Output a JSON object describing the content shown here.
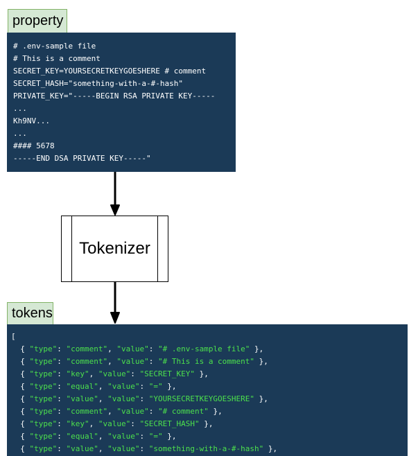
{
  "property": {
    "label": "property",
    "lines": [
      "# .env-sample file",
      "# This is a comment",
      "SECRET_KEY=YOURSECRETKEYGOESHERE # comment",
      "SECRET_HASH=\"something-with-a-#-hash\"",
      "PRIVATE_KEY=\"-----BEGIN RSA PRIVATE KEY-----",
      "...",
      "Kh9NV...",
      "...",
      "#### 5678",
      "-----END DSA PRIVATE KEY-----\""
    ]
  },
  "tokenizer": {
    "label": "Tokenizer"
  },
  "tokens": {
    "label": "tokens",
    "open_bracket": "[",
    "items": [
      {
        "type": "comment",
        "value": "# .env-sample file"
      },
      {
        "type": "comment",
        "value": "# This is a comment"
      },
      {
        "type": "key",
        "value": "SECRET_KEY"
      },
      {
        "type": "equal",
        "value": "="
      },
      {
        "type": "value",
        "value": "YOURSECRETKEYGOESHERE"
      },
      {
        "type": "comment",
        "value": "# comment"
      },
      {
        "type": "key",
        "value": "SECRET_HASH"
      },
      {
        "type": "equal",
        "value": "="
      },
      {
        "type": "value",
        "value": "something-with-a-#-hash"
      }
    ]
  },
  "colors": {
    "code_bg": "#1b3a57",
    "tab_bg": "#d5e8d4",
    "tab_border": "#82b366",
    "string": "#4ce04c"
  }
}
